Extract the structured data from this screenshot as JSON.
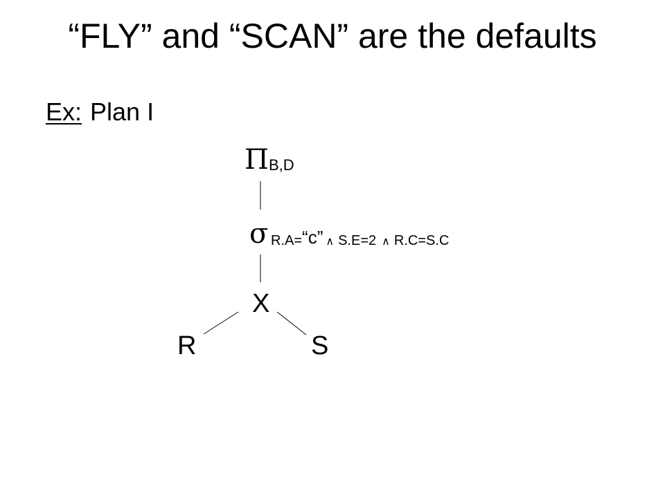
{
  "slide": {
    "title": "“FLY” and “SCAN” are the defaults",
    "ex_label": "Ex:",
    "plan_label": "Plan I"
  },
  "tree": {
    "projection": {
      "symbol": "Π",
      "subscript": "B,D"
    },
    "selection": {
      "symbol": "σ",
      "sub_part1": "R.A=",
      "sub_part2": "“c”",
      "and1": "∧",
      "sub_part3": "S.E=2",
      "and2": "∧",
      "sub_part4": "R.C=S.C"
    },
    "join": {
      "symbol": "X"
    },
    "left_relation": "R",
    "right_relation": "S"
  }
}
